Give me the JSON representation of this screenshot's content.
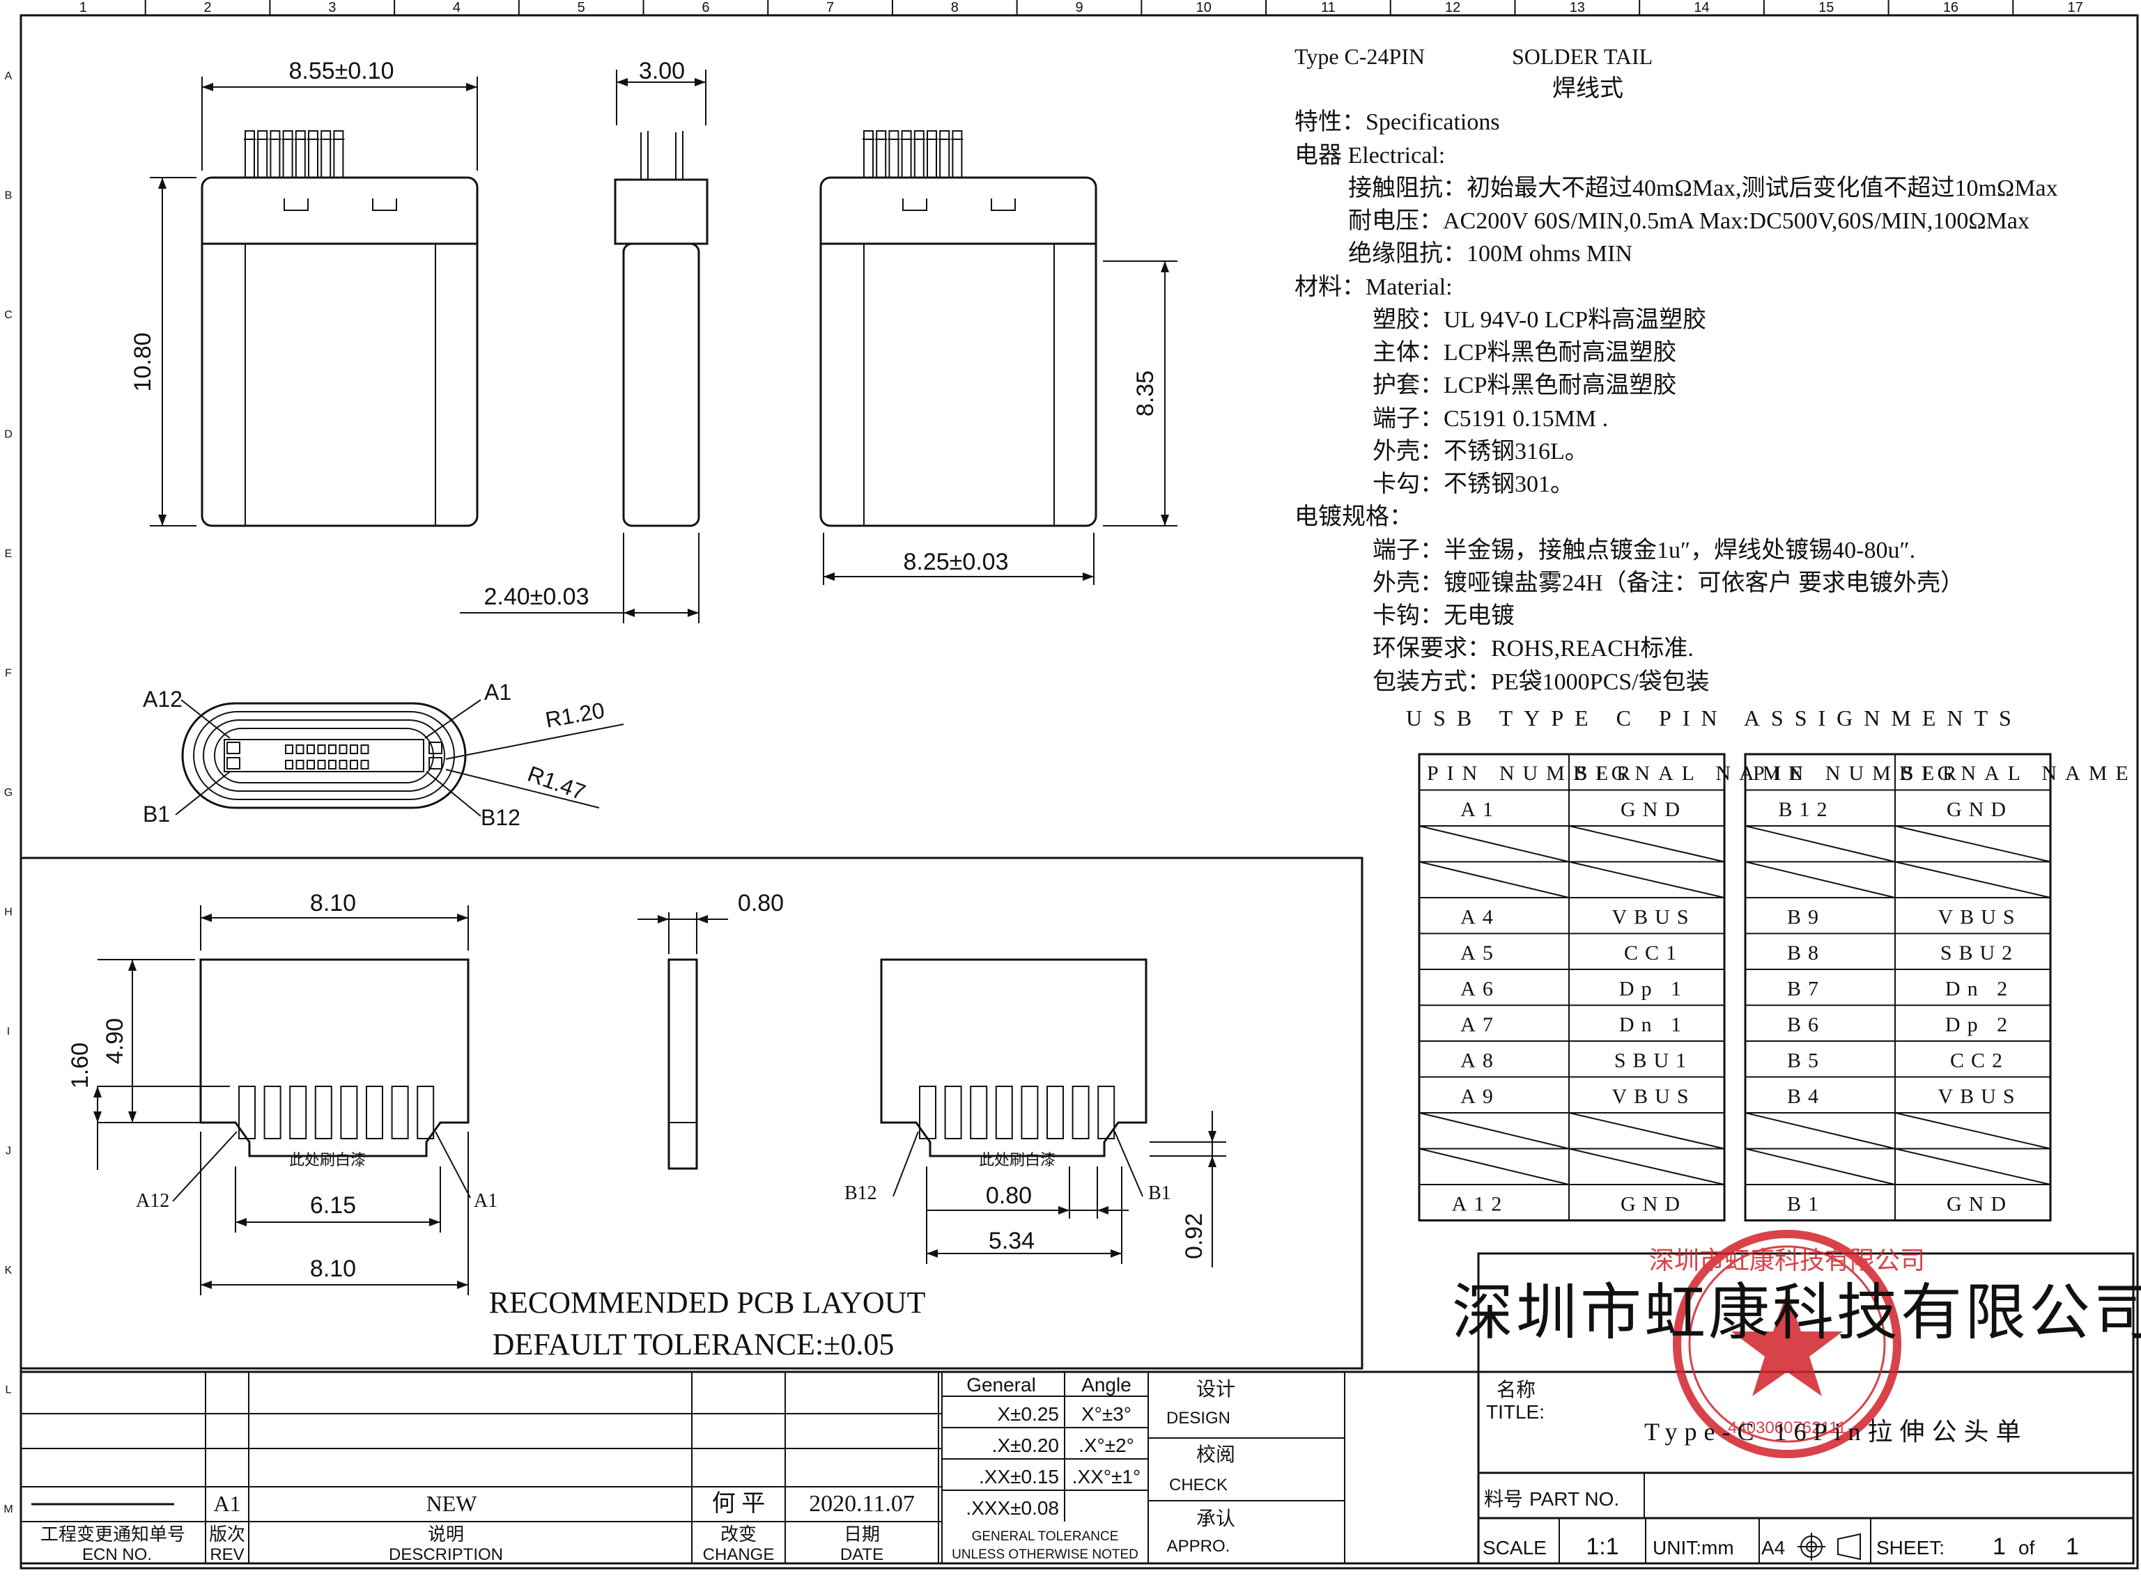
{
  "frame": {
    "col_numbers": [
      "1",
      "2",
      "3",
      "4",
      "5",
      "6",
      "7",
      "8",
      "9",
      "10",
      "11",
      "12",
      "13",
      "14",
      "15",
      "16",
      "17"
    ],
    "row_letters": [
      "A",
      "B",
      "C",
      "D",
      "E",
      "F",
      "G",
      "H",
      "I",
      "J",
      "K",
      "L",
      "M"
    ]
  },
  "top_views": {
    "width_dim": "8.55±0.10",
    "thickness_dim": "3.00",
    "length_dim": "10.80",
    "body_length_dim": "8.35",
    "body_width_dim": "8.25±0.03",
    "thick_bottom_dim": "2.40±0.03"
  },
  "end_view": {
    "a12": "A12",
    "a1": "A1",
    "b1": "B1",
    "b12": "B12",
    "r1": "R1.20",
    "r2": "R1.47"
  },
  "pcb_layout": {
    "top_width": "8.10",
    "pin_width": "0.80",
    "height_a": "4.90",
    "height_b": "1.60",
    "pad_span": "6.15",
    "bottom_width": "8.10",
    "paint_note": "此处刷白漆",
    "left_a12": "A12",
    "left_a1": "A1",
    "right_b12": "B12",
    "right_b1": "B1",
    "pitch": "0.80",
    "span2": "5.34",
    "side": "0.92",
    "title_line1": "RECOMMENDED PCB LAYOUT",
    "title_line2": "DEFAULT TOLERANCE:±0.05"
  },
  "specs": {
    "type_line": "Type C-24PIN",
    "solder_tail": "SOLDER TAIL",
    "solder_cn": "焊线式",
    "specifications": "特性：Specifications",
    "electrical": "电器 Electrical:",
    "contact_resistance": "接触阻抗：初始最大不超过40mΩMax,测试后变化值不超过10mΩMax",
    "withstand": "耐电压：AC200V 60S/MIN,0.5mA Max:DC500V,60S/MIN,100ΩMax",
    "insulation": "绝缘阻抗：100M ohms MIN",
    "material": "材料：Material:",
    "plastic": "塑胶：UL 94V-0 LCP料高温塑胶",
    "body": "主体：LCP料黑色耐高温塑胶",
    "sheath": "护套：LCP料黑色耐高温塑胶",
    "terminal": "端子：C5191  0.15MM .",
    "shell": "外壳：不锈钢316L。",
    "hook": "卡勾：不锈钢301。",
    "plating": "电镀规格：",
    "plating_terminal": "端子：半金锡，接触点镀金1u″，焊线处镀锡40-80u″.",
    "plating_shell": "外壳：镀哑镍盐雾24H（备注：可依客户 要求电镀外壳）",
    "plating_hook": "卡钩：无电镀",
    "env": "环保要求：ROHS,REACH标准.",
    "pack": "包装方式：PE袋1000PCS/袋包装"
  },
  "pin_table": {
    "title": "USB TYPE C PIN ASSIGNMENTS",
    "left_head_pin": "PIN NUMBER",
    "left_head_sig": "SIGNAL NAME",
    "right_head_pin": "PIN NUMBER",
    "right_head_sig": "SIGNAL NAME",
    "left_rows": [
      {
        "pin": "A1",
        "sig": "GND"
      },
      {
        "pin": "",
        "sig": ""
      },
      {
        "pin": "",
        "sig": ""
      },
      {
        "pin": "A4",
        "sig": "VBUS"
      },
      {
        "pin": "A5",
        "sig": "CC1"
      },
      {
        "pin": "A6",
        "sig": "Dp 1"
      },
      {
        "pin": "A7",
        "sig": "Dn 1"
      },
      {
        "pin": "A8",
        "sig": "SBU1"
      },
      {
        "pin": "A9",
        "sig": "VBUS"
      },
      {
        "pin": "",
        "sig": ""
      },
      {
        "pin": "",
        "sig": ""
      },
      {
        "pin": "A12",
        "sig": "GND"
      }
    ],
    "right_rows": [
      {
        "pin": "B12",
        "sig": "GND"
      },
      {
        "pin": "",
        "sig": ""
      },
      {
        "pin": "",
        "sig": ""
      },
      {
        "pin": "B9",
        "sig": "VBUS"
      },
      {
        "pin": "B8",
        "sig": "SBU2"
      },
      {
        "pin": "B7",
        "sig": "Dn 2"
      },
      {
        "pin": "B6",
        "sig": "Dp 2"
      },
      {
        "pin": "B5",
        "sig": "CC2"
      },
      {
        "pin": "B4",
        "sig": "VBUS"
      },
      {
        "pin": "",
        "sig": ""
      },
      {
        "pin": "",
        "sig": ""
      },
      {
        "pin": "B1",
        "sig": "GND"
      }
    ]
  },
  "title_block": {
    "company": "深圳市虹康科技有限公司",
    "stamp_text": "深圳市虹康科技有限公司",
    "stamp_code": "4403060762111",
    "name_cn": "名称",
    "title_en": "TITLE:",
    "title_value": "Type-C  16Pin拉伸公头单",
    "part_cn": "料号",
    "part_en": "PART NO.",
    "scale_label": "SCALE",
    "scale_value": "1:1",
    "unit": "UNIT:mm",
    "paper": "A4",
    "sheet_label": "SHEET:",
    "sheet_value": "1",
    "sheet_of": "of",
    "sheet_total": "1",
    "design_cn": "设计",
    "design_en": "DESIGN",
    "check_cn": "校阅",
    "check_en": "CHECK",
    "appro_cn": "承认",
    "appro_en": "APPRO.",
    "general": "General",
    "angle": "Angle",
    "tol_rows": [
      {
        "g": "X±0.25",
        "a": "X°±3°"
      },
      {
        "g": ".X±0.20",
        "a": ".X°±2°"
      },
      {
        "g": ".XX±0.15",
        "a": ".XX°±1°"
      },
      {
        "g": ".XXX±0.08",
        "a": ""
      }
    ],
    "gen_tol_1": "GENERAL TOLERANCE",
    "gen_tol_2": "UNLESS OTHERWISE NOTED",
    "rev_entry": "A1",
    "rev_desc": "NEW",
    "rev_by": "何 平",
    "rev_date": "2020.11.07",
    "ecn_cn": "工程变更通知单号",
    "ecn_en": "ECN NO.",
    "rev_cn": "版次",
    "rev_en": "REV",
    "desc_cn": "说明",
    "desc_en": "DESCRIPTION",
    "change_cn": "改变",
    "change_en": "CHANGE",
    "date_cn": "日期",
    "date_en": "DATE"
  }
}
